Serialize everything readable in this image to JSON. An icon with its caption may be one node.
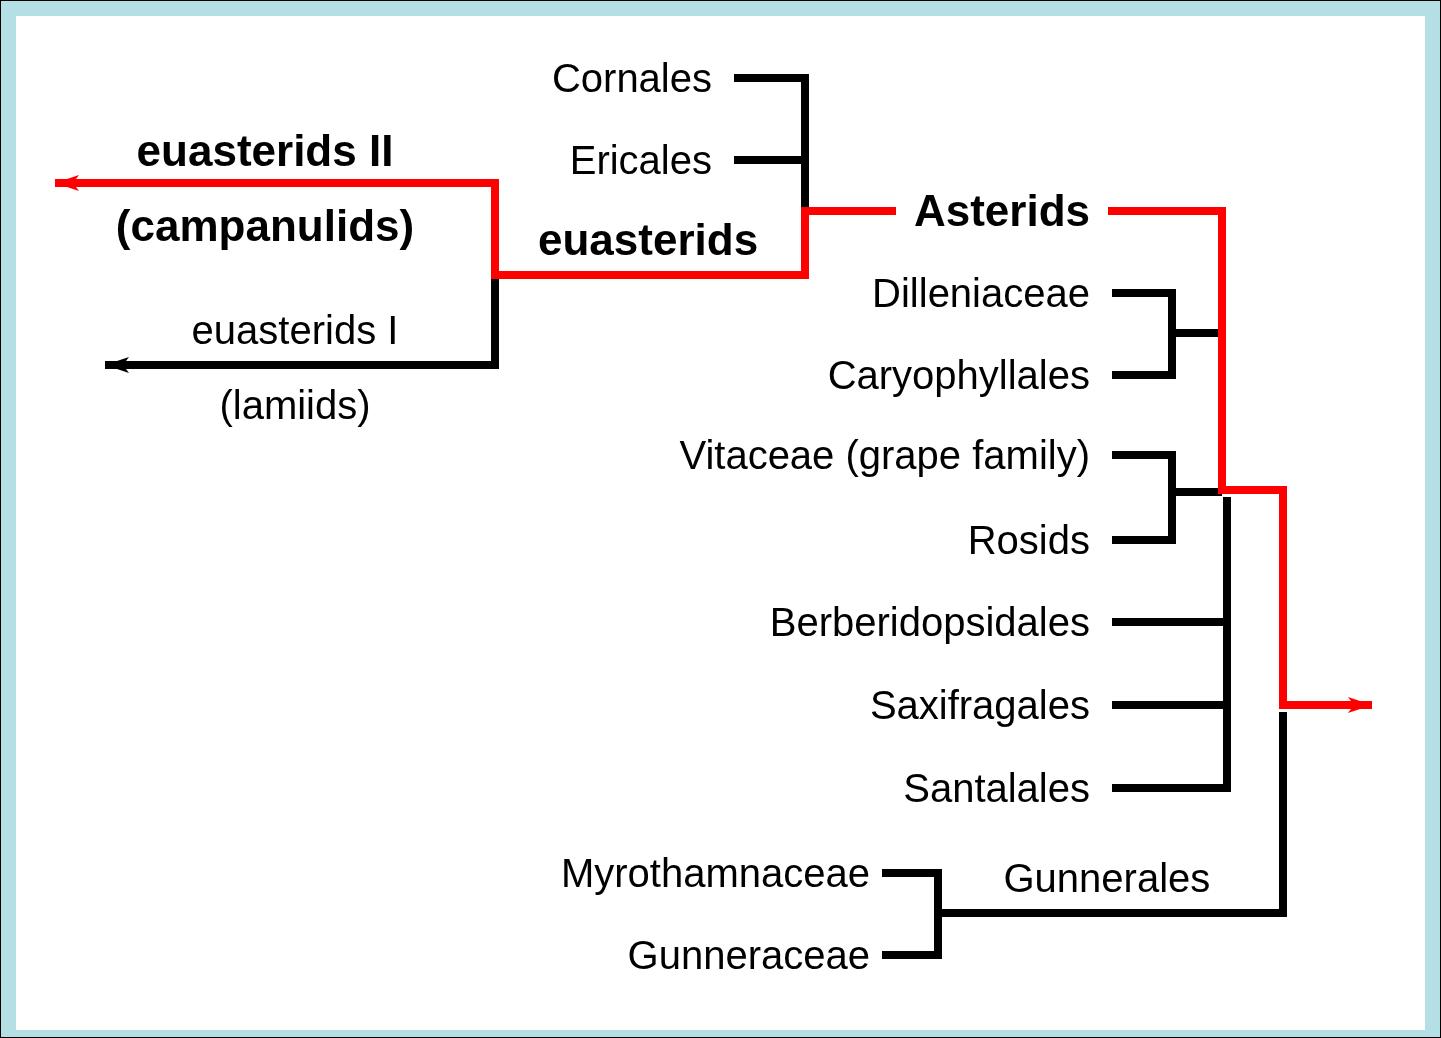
{
  "diagram": {
    "nodes": [
      {
        "text": [
          "Cornales"
        ]
      },
      {
        "text": [
          "Ericales"
        ]
      },
      {
        "text": [
          "Asterids"
        ]
      },
      {
        "text": [
          "euasterids II",
          "(campanulids)"
        ]
      },
      {
        "text": [
          "euasterids I",
          "(lamiids)"
        ]
      },
      {
        "text": [
          "Dilleniaceae"
        ]
      },
      {
        "text": [
          "Caryophyllales"
        ]
      },
      {
        "text": [
          "Vitaceae (grape family)"
        ]
      },
      {
        "text": [
          "Rosids"
        ]
      },
      {
        "text": [
          "Berberidopsidales"
        ]
      },
      {
        "text": [
          "Saxifragales"
        ]
      },
      {
        "text": [
          "Santalales"
        ]
      },
      {
        "text": [
          "Myrothamnaceae"
        ]
      },
      {
        "text": [
          "Gunneraceae"
        ]
      }
    ],
    "edges": [
      {
        "from": 0,
        "to": 2,
        "arrow": "none"
      },
      {
        "from": 1,
        "to": 2,
        "arrow": "none"
      },
      {
        "from": 2,
        "to": 4,
        "arrow": "to"
      },
      {
        "from": 2,
        "to": 3,
        "arrow": "to",
        "color": "#ff0000"
      },
      {
        "from": 2,
        "to": null,
        "arrow": "to",
        "color": "#ff0000"
      },
      {
        "from": 5,
        "to": null,
        "arrow": "none"
      },
      {
        "from": 6,
        "to": null,
        "arrow": "none"
      },
      {
        "from": 7,
        "to": null,
        "arrow": "none"
      },
      {
        "from": 8,
        "to": null,
        "arrow": "none"
      },
      {
        "from": 9,
        "to": null,
        "arrow": "none"
      },
      {
        "from": 10,
        "to": null,
        "arrow": "none"
      },
      {
        "from": 11,
        "to": null,
        "arrow": "none"
      },
      {
        "from": 12,
        "to": null,
        "arrow": "none"
      },
      {
        "from": 13,
        "to": null,
        "arrow": "none"
      }
    ],
    "labels": [
      "euasterids",
      "Gunnerales"
    ]
  }
}
